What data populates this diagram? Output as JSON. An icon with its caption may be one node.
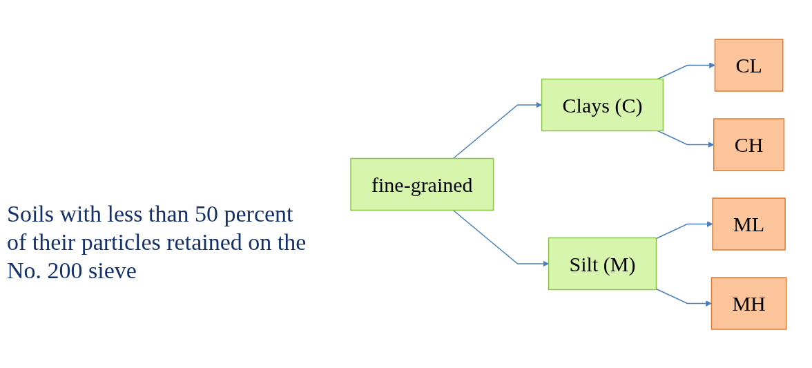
{
  "diagram": {
    "nodes": [
      {
        "text": [
          "fine-grained"
        ]
      },
      {
        "text": [
          "Clays (C)"
        ]
      },
      {
        "text": [
          "CL"
        ]
      },
      {
        "text": [
          "CH"
        ]
      },
      {
        "text": [
          "Silt (M)"
        ]
      },
      {
        "text": [
          "ML"
        ]
      },
      {
        "text": [
          "MH"
        ]
      }
    ],
    "edges": [
      {
        "from": 0,
        "to": 1,
        "arrow": "to"
      },
      {
        "from": 1,
        "to": 2,
        "arrow": "to"
      },
      {
        "from": 1,
        "to": 3,
        "arrow": "to"
      },
      {
        "from": 0,
        "to": 4,
        "arrow": "to"
      },
      {
        "from": 4,
        "to": 5,
        "arrow": "to"
      },
      {
        "from": 4,
        "to": 6,
        "arrow": "to"
      }
    ],
    "labels": [
      "Soils with less than 50 percent of their particles retained on the No. 200 sieve"
    ]
  }
}
